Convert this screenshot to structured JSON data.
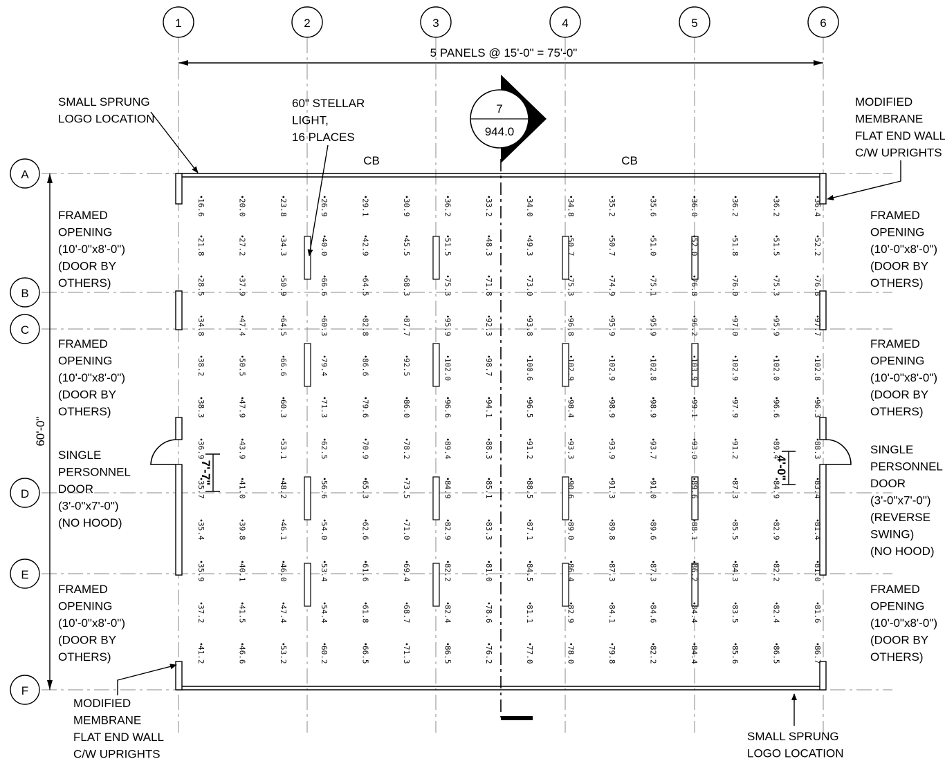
{
  "columns": [
    "1",
    "2",
    "3",
    "4",
    "5",
    "6"
  ],
  "rows": [
    "A",
    "B",
    "C",
    "D",
    "E",
    "F"
  ],
  "dimensions": {
    "horizontal": "5 PANELS @ 15'-0\" = 75'-0\"",
    "vertical": "60'-0\"",
    "door_left": "7'-7\"",
    "door_right": "4'-0\""
  },
  "section_marker": {
    "number": "7",
    "sheet": "944.0"
  },
  "cb_labels": [
    "CB",
    "CB"
  ],
  "notes": {
    "logo_top_left": [
      "SMALL SPRUNG",
      "LOGO LOCATION"
    ],
    "stellar_light": [
      "60\" STELLAR",
      "LIGHT,",
      "16 PLACES"
    ],
    "membrane_top_right": [
      "MODIFIED",
      "MEMBRANE",
      "FLAT END WALL",
      "C/W UPRIGHTS"
    ],
    "membrane_bottom_left": [
      "MODIFIED",
      "MEMBRANE",
      "FLAT END WALL",
      "C/W UPRIGHTS"
    ],
    "logo_bottom_right": [
      "SMALL SPRUNG",
      "LOGO LOCATION"
    ],
    "framed_left_1": [
      "FRAMED",
      "OPENING",
      "(10'-0\"x8'-0\")",
      "(DOOR BY",
      "OTHERS)"
    ],
    "framed_left_2": [
      "FRAMED",
      "OPENING",
      "(10'-0\"x8'-0\")",
      "(DOOR BY",
      "OTHERS)"
    ],
    "door_left": [
      "SINGLE",
      "PERSONNEL",
      "DOOR",
      "(3'-0\"x7'-0\")",
      "(NO HOOD)"
    ],
    "framed_left_3": [
      "FRAMED",
      "OPENING",
      "(10'-0\"x8'-0\")",
      "(DOOR BY",
      "OTHERS)"
    ],
    "framed_right_1": [
      "FRAMED",
      "OPENING",
      "(10'-0\"x8'-0\")",
      "(DOOR BY",
      "OTHERS)"
    ],
    "framed_right_2": [
      "FRAMED",
      "OPENING",
      "(10'-0\"x8'-0\")",
      "(DOOR BY",
      "OTHERS)"
    ],
    "door_right": [
      "SINGLE",
      "PERSONNEL",
      "DOOR",
      "(3'-0\"x7'-0\")",
      "(REVERSE",
      "SWING)",
      "(NO HOOD)"
    ],
    "framed_right_3": [
      "FRAMED",
      "OPENING",
      "(10'-0\"x8'-0\")",
      "(DOOR BY",
      "OTHERS)"
    ]
  },
  "illuminance": [
    [
      "16.6",
      "20.0",
      "23.8",
      "26.9",
      "29.1",
      "30.9",
      "36.2",
      "33.2",
      "34.0",
      "34.8",
      "35.2",
      "35.6",
      "36.0",
      "36.2",
      "36.2",
      "36.4"
    ],
    [
      "21.8",
      "27.2",
      "34.3",
      "40.0",
      "42.9",
      "45.5",
      "51.5",
      "48.3",
      "49.3",
      "50.7",
      "50.7",
      "51.0",
      "52.0",
      "51.8",
      "51.5",
      "52.2"
    ],
    [
      "28.5",
      "37.9",
      "50.9",
      "66.6",
      "64.5",
      "68.3",
      "75.3",
      "71.8",
      "73.0",
      "75.3",
      "74.9",
      "75.1",
      "76.8",
      "76.0",
      "75.3",
      "76.8"
    ],
    [
      "34.8",
      "47.4",
      "64.5",
      "60.3",
      "82.8",
      "87.7",
      "95.9",
      "92.3",
      "93.8",
      "96.8",
      "95.9",
      "95.9",
      "96.2",
      "97.0",
      "95.9",
      "97.7"
    ],
    [
      "38.2",
      "50.5",
      "66.6",
      "79.4",
      "86.6",
      "92.5",
      "102.0",
      "98.7",
      "100.6",
      "102.9",
      "102.9",
      "102.8",
      "103.9",
      "102.9",
      "102.0",
      "102.8"
    ],
    [
      "38.3",
      "47.9",
      "60.3",
      "71.3",
      "79.6",
      "86.0",
      "96.6",
      "94.1",
      "96.5",
      "98.4",
      "98.9",
      "98.9",
      "99.1",
      "97.9",
      "96.6",
      "96.3"
    ],
    [
      "36.9",
      "43.9",
      "53.1",
      "62.5",
      "70.9",
      "78.2",
      "89.4",
      "88.3",
      "91.2",
      "93.3",
      "93.9",
      "93.7",
      "93.0",
      "91.2",
      "89.4",
      "88.3"
    ],
    [
      "35.7",
      "41.0",
      "48.2",
      "56.6",
      "65.3",
      "73.5",
      "84.9",
      "85.1",
      "88.5",
      "90.6",
      "91.3",
      "91.0",
      "89.6",
      "87.3",
      "84.9",
      "83.4"
    ],
    [
      "35.4",
      "39.8",
      "46.1",
      "54.0",
      "62.6",
      "71.0",
      "82.9",
      "83.3",
      "87.1",
      "89.0",
      "89.8",
      "89.6",
      "88.1",
      "85.5",
      "82.9",
      "81.4"
    ],
    [
      "35.9",
      "40.1",
      "46.0",
      "53.4",
      "61.6",
      "69.4",
      "82.2",
      "81.0",
      "84.5",
      "86.4",
      "87.3",
      "87.3",
      "86.2",
      "84.3",
      "82.2",
      "81.0"
    ],
    [
      "37.2",
      "41.5",
      "47.4",
      "54.4",
      "61.8",
      "68.7",
      "82.4",
      "78.6",
      "81.1",
      "82.9",
      "84.1",
      "84.6",
      "84.4",
      "83.5",
      "82.4",
      "81.6"
    ],
    [
      "41.2",
      "46.6",
      "53.2",
      "60.2",
      "66.5",
      "71.3",
      "86.5",
      "76.2",
      "77.0",
      "78.0",
      "79.8",
      "82.2",
      "84.4",
      "85.6",
      "86.5",
      "86.7"
    ]
  ]
}
